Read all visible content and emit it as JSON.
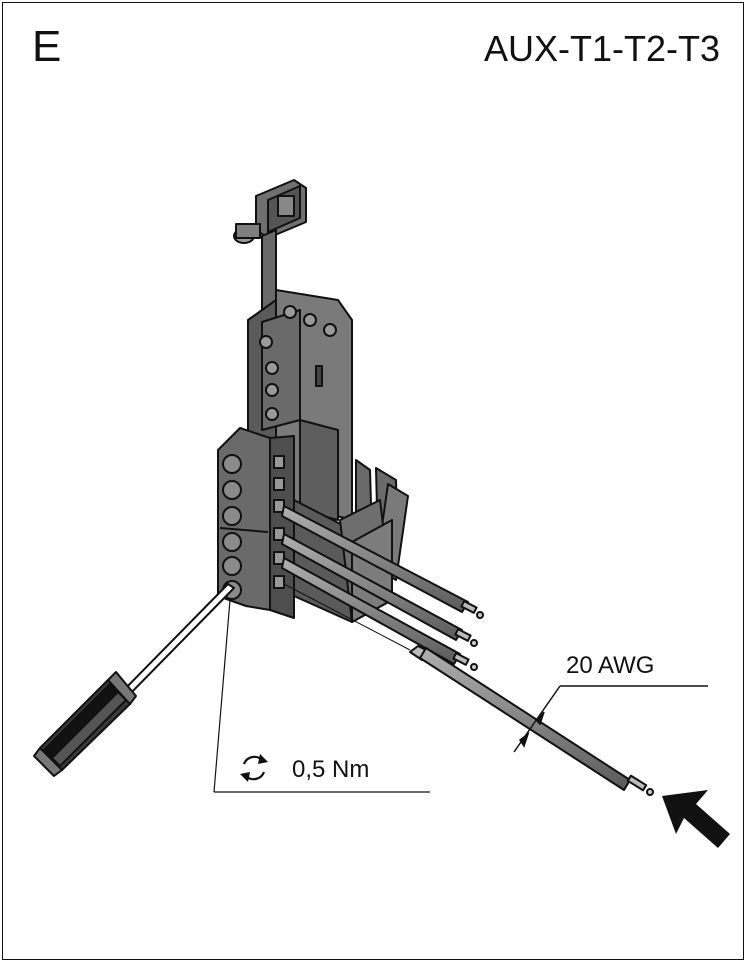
{
  "panel": {
    "letter": "E",
    "title": "AUX-T1-T2-T3"
  },
  "annotations": {
    "torque": "0,5 Nm",
    "wire_gauge": "20 AWG"
  },
  "icons": {
    "torque": "rotate-torque-icon",
    "insert": "insert-arrow-icon",
    "tool": "screwdriver-icon"
  },
  "colors": {
    "line": "#111111",
    "body_gray": "#6e6e6e",
    "body_dark": "#4a4a4a",
    "body_light": "#8c8c8c",
    "wire_gray": "#8a8a8a"
  }
}
